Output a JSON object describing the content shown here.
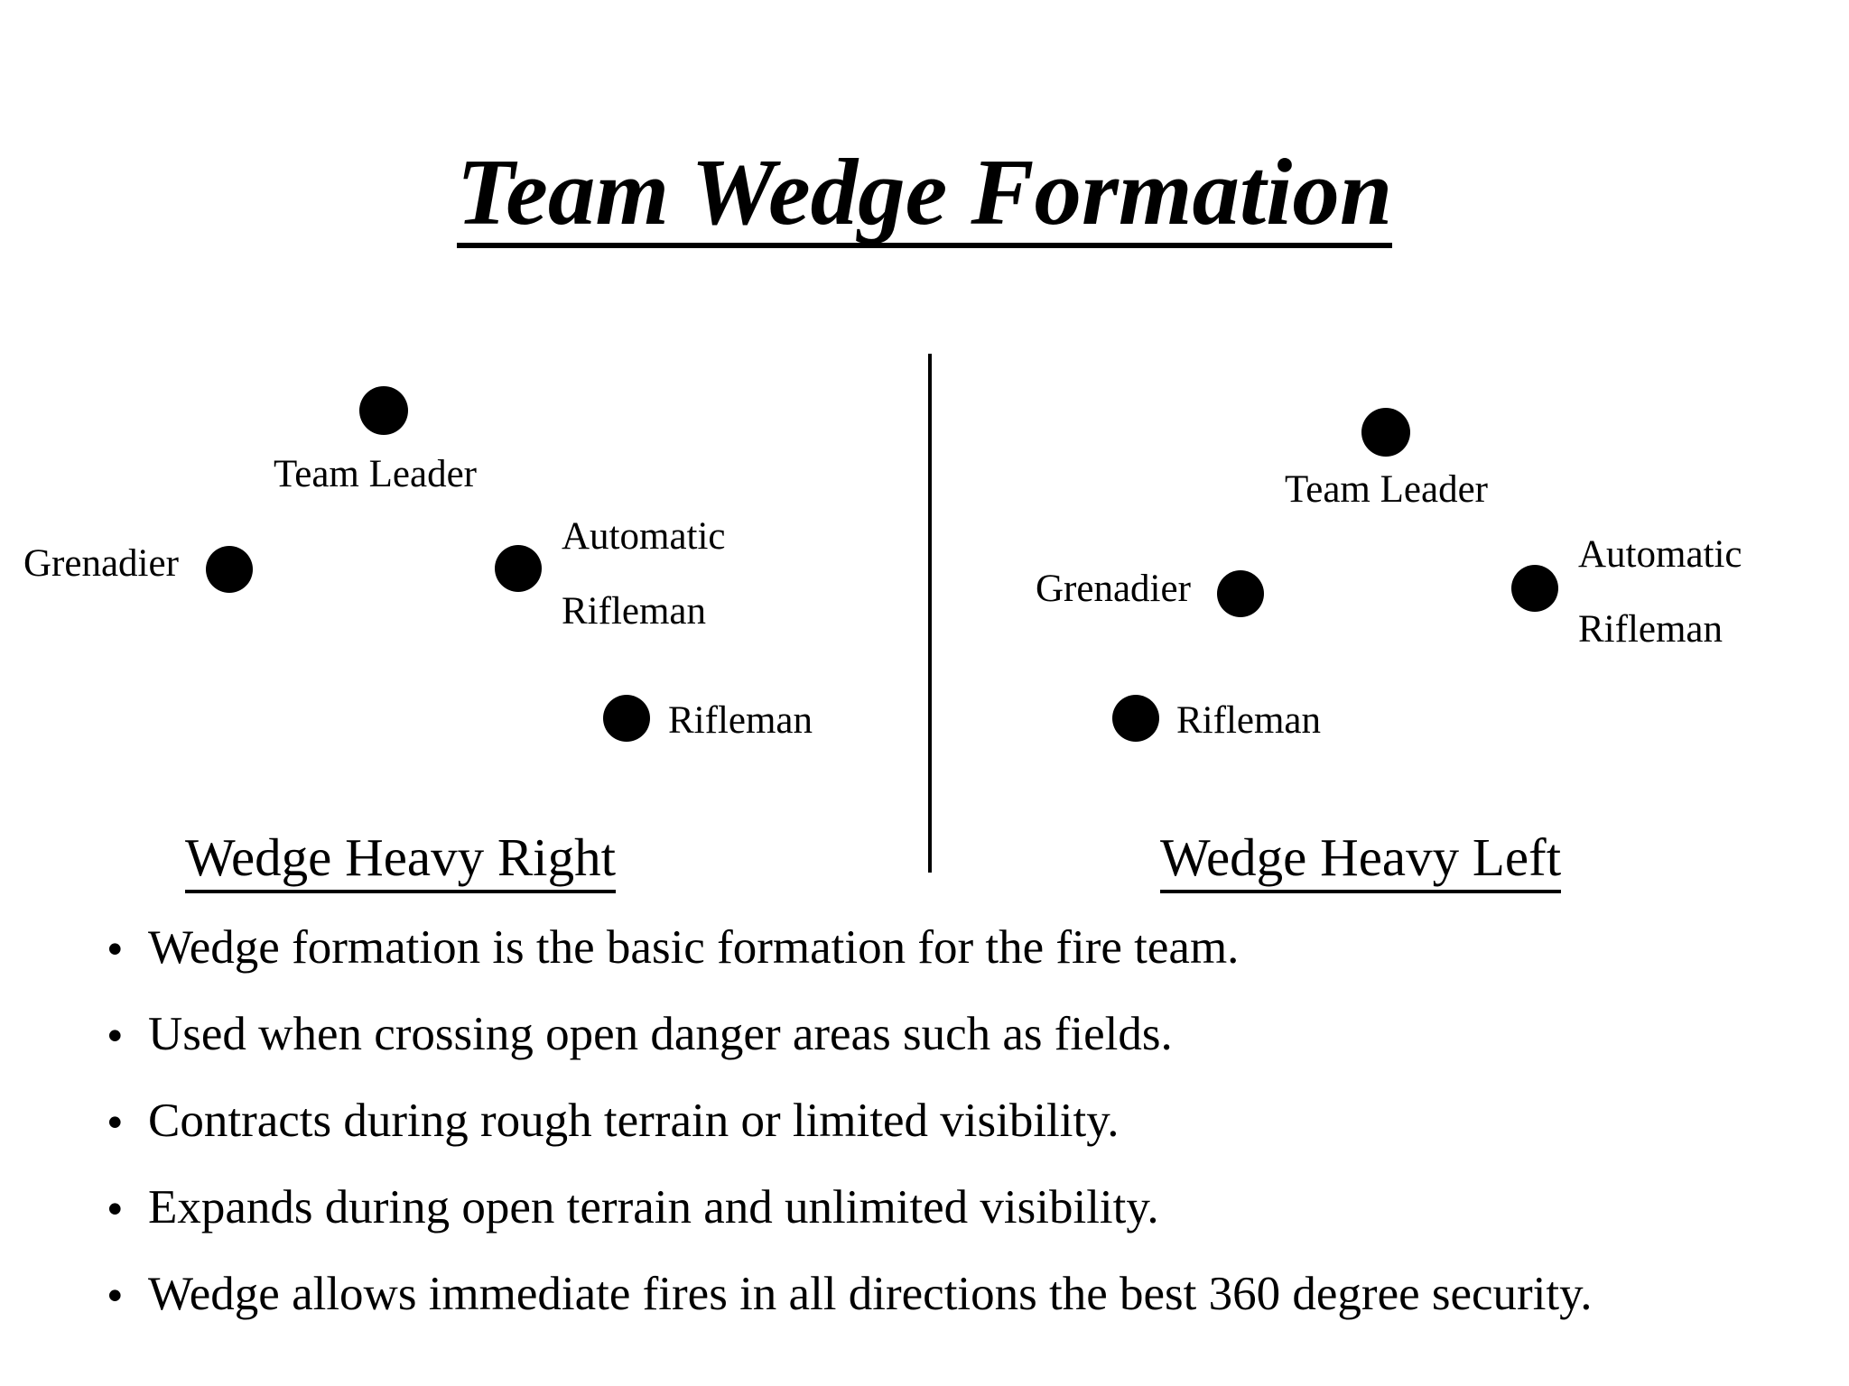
{
  "slide": {
    "title": "Team Wedge Formation",
    "background_color": "#ffffff",
    "text_color": "#000000"
  },
  "diagrams": [
    {
      "id": "wedge-heavy-right",
      "caption": "Wedge Heavy Right",
      "positions": [
        {
          "role": "Team Leader",
          "label_side": "below"
        },
        {
          "role": "Grenadier",
          "label_side": "left"
        },
        {
          "role_line1": "Automatic",
          "role_line2": "Rifleman",
          "label_side": "right"
        },
        {
          "role": "Rifleman",
          "label_side": "right"
        }
      ]
    },
    {
      "id": "wedge-heavy-left",
      "caption": "Wedge Heavy Left",
      "positions": [
        {
          "role": "Team Leader",
          "label_side": "below"
        },
        {
          "role": "Grenadier",
          "label_side": "left"
        },
        {
          "role_line1": "Automatic",
          "role_line2": "Rifleman",
          "label_side": "right"
        },
        {
          "role": "Rifleman",
          "label_side": "right"
        }
      ]
    }
  ],
  "labels": {
    "team_leader": "Team Leader",
    "grenadier": "Grenadier",
    "automatic": "Automatic",
    "rifleman_word": "Rifleman",
    "rifleman": "Rifleman"
  },
  "bullets": [
    {
      "mark": "•",
      "text": "Wedge formation is the basic formation for the fire team."
    },
    {
      "mark": "•",
      "text": "Used when crossing open danger areas such as fields."
    },
    {
      "mark": "•",
      "text": "Contracts during rough terrain or limited visibility."
    },
    {
      "mark": "•",
      "text": "Expands during open terrain and unlimited visibility."
    },
    {
      "mark": "•",
      "text": "Wedge allows immediate fires in all directions the best 360 degree security."
    }
  ]
}
